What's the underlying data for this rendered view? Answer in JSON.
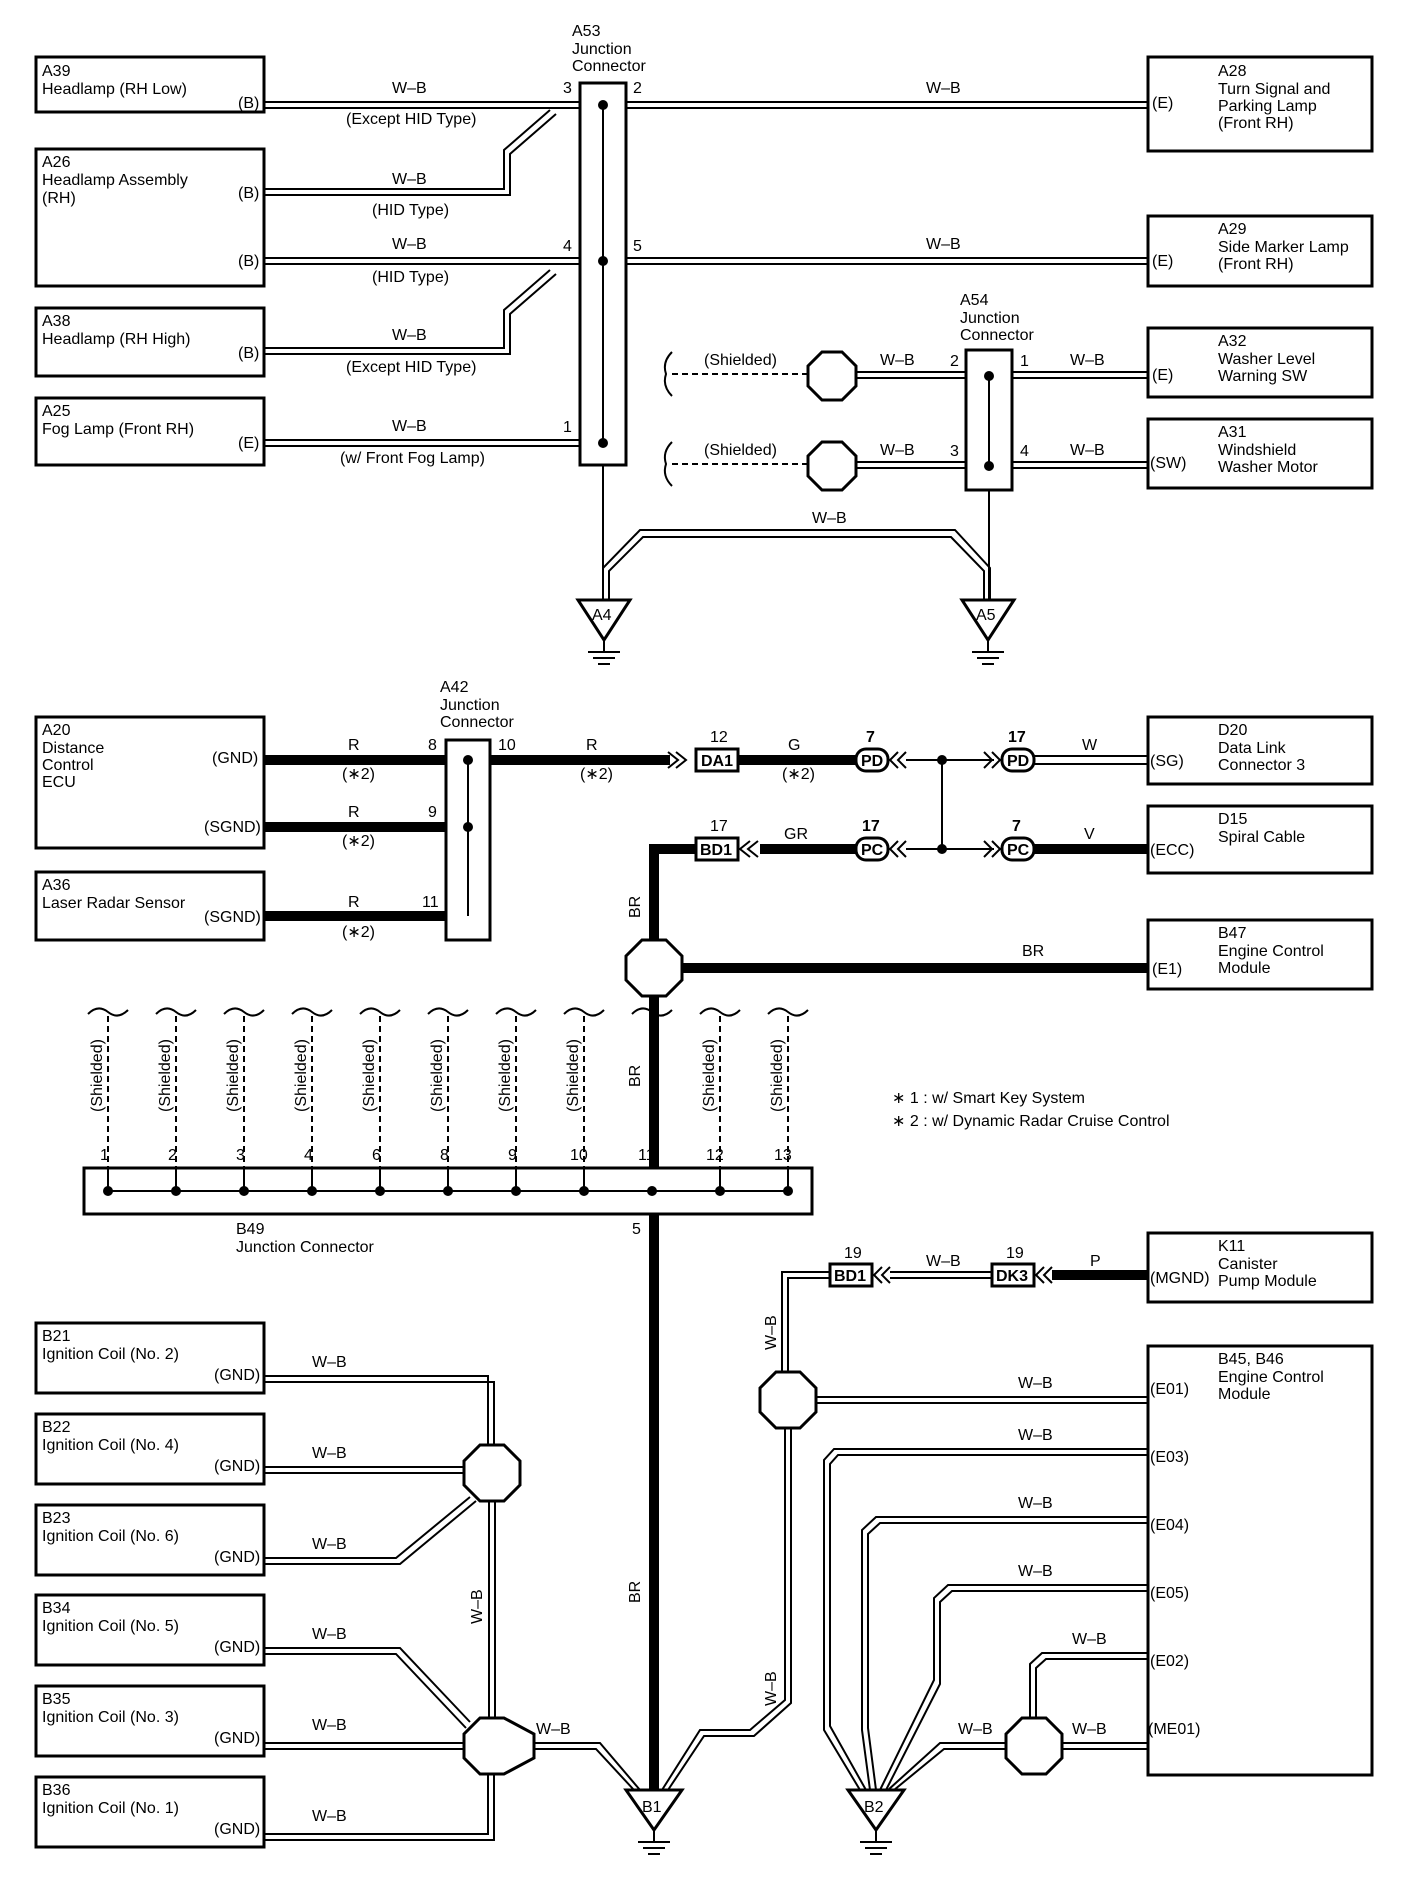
{
  "components": [
    {
      "id": "a39",
      "code": "A39",
      "name": [
        "Headlamp (RH Low)"
      ],
      "pin": "(B)"
    },
    {
      "id": "a26",
      "code": "A26",
      "name": [
        "Headlamp Assembly",
        "(RH)"
      ],
      "pin": "(B)",
      "pin2": "(B)"
    },
    {
      "id": "a38",
      "code": "A38",
      "name": [
        "Headlamp (RH High)"
      ],
      "pin": "(B)"
    },
    {
      "id": "a25",
      "code": "A25",
      "name": [
        "Fog Lamp (Front RH)"
      ],
      "pin": "(E)"
    },
    {
      "id": "a28",
      "code": "A28",
      "name": [
        "Turn Signal and",
        "Parking Lamp",
        "(Front RH)"
      ],
      "pin": "(E)"
    },
    {
      "id": "a29",
      "code": "A29",
      "name": [
        "Side Marker Lamp",
        "(Front RH)"
      ],
      "pin": "(E)"
    },
    {
      "id": "a32",
      "code": "A32",
      "name": [
        "Washer Level",
        "Warning SW"
      ],
      "pin": "(E)"
    },
    {
      "id": "a31",
      "code": "A31",
      "name": [
        "Windshield",
        "Washer Motor"
      ],
      "pin": "(SW)"
    },
    {
      "id": "a20",
      "code": "A20",
      "name": [
        "Distance",
        "Control",
        "ECU"
      ],
      "pin": "(GND)",
      "pin2": "(SGND)"
    },
    {
      "id": "a36",
      "code": "A36",
      "name": [
        "Laser Radar Sensor"
      ],
      "pin": "(SGND)"
    },
    {
      "id": "d20",
      "code": "D20",
      "name": [
        "Data Link",
        "Connector 3"
      ],
      "pin": "(SG)"
    },
    {
      "id": "d15",
      "code": "D15",
      "name": [
        "Spiral Cable"
      ],
      "pin": "(ECC)"
    },
    {
      "id": "b47",
      "code": "B47",
      "name": [
        "Engine Control",
        "Module"
      ],
      "pin": "(E1)"
    },
    {
      "id": "k11",
      "code": "K11",
      "name": [
        "Canister",
        "Pump Module"
      ],
      "pin": "(MGND)"
    },
    {
      "id": "b45",
      "code": "B45, B46",
      "name": [
        "Engine Control",
        "Module"
      ],
      "pins": [
        "(E01)",
        "(E03)",
        "(E04)",
        "(E05)",
        "(E02)",
        "(ME01)"
      ]
    },
    {
      "id": "b21",
      "code": "B21",
      "name": [
        "Ignition Coil (No. 2)"
      ],
      "pin": "(GND)"
    },
    {
      "id": "b22",
      "code": "B22",
      "name": [
        "Ignition Coil (No. 4)"
      ],
      "pin": "(GND)"
    },
    {
      "id": "b23",
      "code": "B23",
      "name": [
        "Ignition Coil (No. 6)"
      ],
      "pin": "(GND)"
    },
    {
      "id": "b34",
      "code": "B34",
      "name": [
        "Ignition Coil (No. 5)"
      ],
      "pin": "(GND)"
    },
    {
      "id": "b35",
      "code": "B35",
      "name": [
        "Ignition Coil (No. 3)"
      ],
      "pin": "(GND)"
    },
    {
      "id": "b36",
      "code": "B36",
      "name": [
        "Ignition Coil (No. 1)"
      ],
      "pin": "(GND)"
    }
  ],
  "junctions": {
    "a53": {
      "code": "A53",
      "name": [
        "Junction",
        "Connector"
      ],
      "pins": [
        "3",
        "2",
        "4",
        "5",
        "1"
      ]
    },
    "a54": {
      "code": "A54",
      "name": [
        "Junction",
        "Connector"
      ],
      "pins": [
        "2",
        "1",
        "3",
        "4"
      ]
    },
    "a42": {
      "code": "A42",
      "name": [
        "Junction",
        "Connector"
      ],
      "pins": [
        "8",
        "10",
        "9",
        "11"
      ]
    },
    "b49": {
      "code": "B49",
      "name": "Junction Connector",
      "pins": [
        "1",
        "2",
        "3",
        "4",
        "6",
        "8",
        "9",
        "10",
        "11",
        "12",
        "13"
      ],
      "bottom_pin": "5"
    }
  },
  "wire_labels": {
    "wb": "W–B",
    "r": "R",
    "g": "G",
    "w": "W",
    "gr": "GR",
    "v": "V",
    "br": "BR",
    "p": "P",
    "star2": "(∗2)",
    "shielded": "(Shielded)",
    "except_hid": "(Except HID Type)",
    "hid": "(HID Type)",
    "front_fog": "(w/ Front Fog Lamp)"
  },
  "inline_connectors": {
    "da1": {
      "label": "DA1",
      "pin": "12"
    },
    "pd_left": {
      "label": "PD",
      "pin": "7"
    },
    "pd_right": {
      "label": "PD",
      "pin": "17"
    },
    "bd1_top": {
      "label": "BD1",
      "pin": "17"
    },
    "pc_left": {
      "label": "PC",
      "pin": "17"
    },
    "pc_right": {
      "label": "PC",
      "pin": "7"
    },
    "bd1_k": {
      "label": "BD1",
      "pin": "19"
    },
    "dk3": {
      "label": "DK3",
      "pin": "19"
    }
  },
  "grounds": {
    "a4": "A4",
    "a5": "A5",
    "b1": "B1",
    "b2": "B2"
  },
  "notes": [
    "∗ 1 : w/ Smart Key System",
    "∗ 2 : w/ Dynamic Radar Cruise Control"
  ]
}
